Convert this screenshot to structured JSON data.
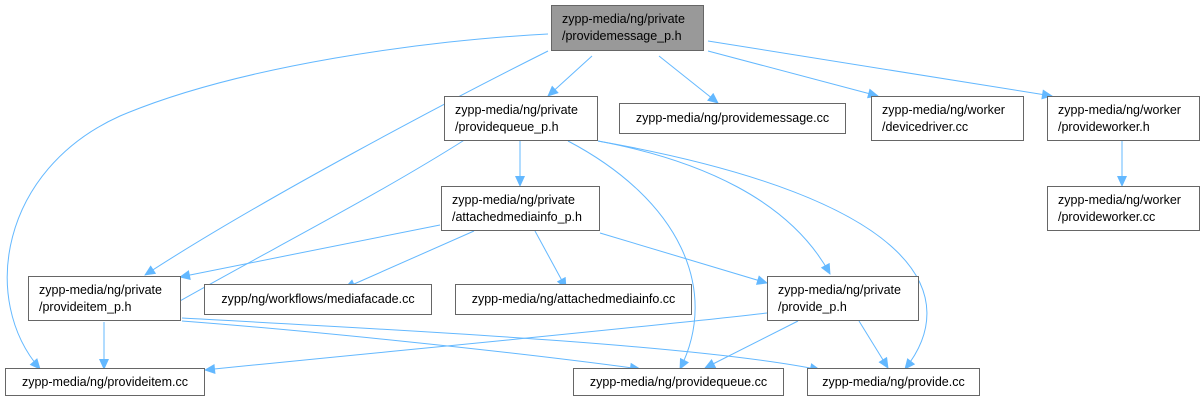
{
  "colors": {
    "edge": "#63b8ff",
    "node_border": "#666666",
    "root_fill": "#999999"
  },
  "nodes": {
    "root": [
      "zypp-media/ng/private",
      "/providemessage_p.h"
    ],
    "providequeue_h": [
      "zypp-media/ng/private",
      "/providequeue_p.h"
    ],
    "providemessage_cc": [
      "zypp-media/ng/providemessage.cc"
    ],
    "devicedriver_cc": [
      "zypp-media/ng/worker",
      "/devicedriver.cc"
    ],
    "provideworker_h": [
      "zypp-media/ng/worker",
      "/provideworker.h"
    ],
    "attachedmediainfo_h": [
      "zypp-media/ng/private",
      "/attachedmediainfo_p.h"
    ],
    "provideworker_cc": [
      "zypp-media/ng/worker",
      "/provideworker.cc"
    ],
    "provideitem_h": [
      "zypp-media/ng/private",
      "/provideitem_p.h"
    ],
    "mediafacade_cc": [
      "zypp/ng/workflows/mediafacade.cc"
    ],
    "attachedmediainfo_cc": [
      "zypp-media/ng/attachedmediainfo.cc"
    ],
    "provide_h": [
      "zypp-media/ng/private",
      "/provide_p.h"
    ],
    "provideitem_cc": [
      "zypp-media/ng/provideitem.cc"
    ],
    "providequeue_cc": [
      "zypp-media/ng/providequeue.cc"
    ],
    "provide_cc": [
      "zypp-media/ng/provide.cc"
    ]
  }
}
